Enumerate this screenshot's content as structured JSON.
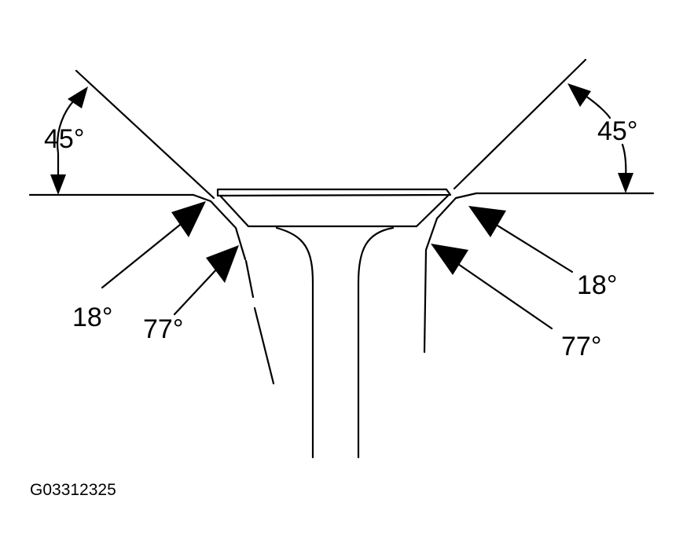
{
  "labels": {
    "left_upper_angle": "45°",
    "right_upper_angle": "45°",
    "left_mid_angle": "18°",
    "right_mid_angle": "18°",
    "left_lower_angle": "77°",
    "right_lower_angle": "77°"
  },
  "figure_id": "G03312325",
  "colors": {
    "line": "#000000",
    "background": "#ffffff"
  }
}
